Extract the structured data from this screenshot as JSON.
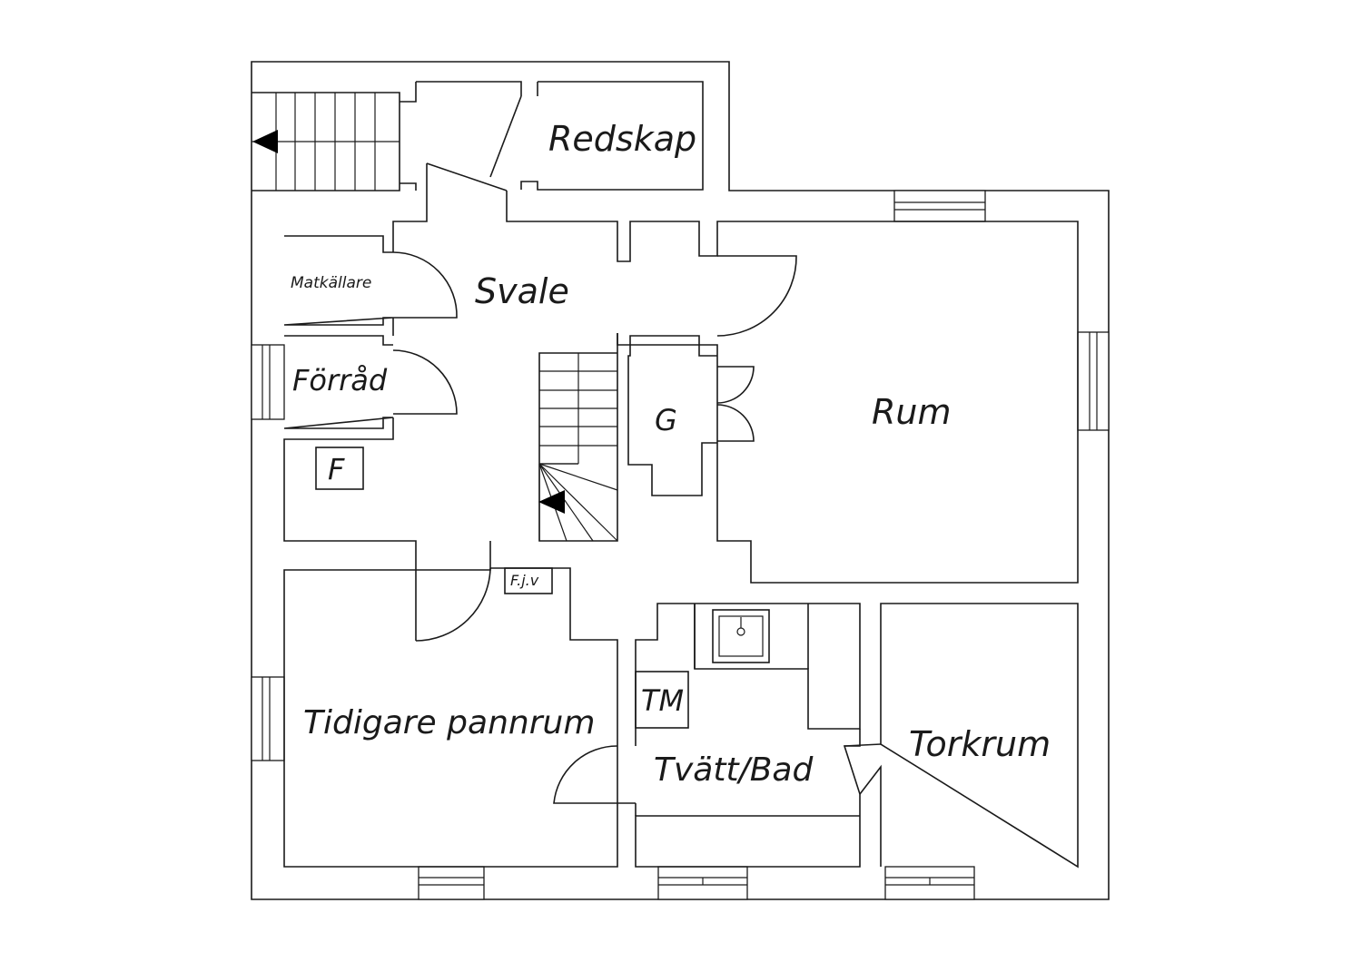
{
  "rooms": {
    "redskap": "Redskap",
    "svale": "Svale",
    "matkallare": "Matkällare",
    "forrad": "Förråd",
    "f_box": "F",
    "g_closet": "G",
    "rum": "Rum",
    "fjv": "F.j.v",
    "tm": "TM",
    "tidigare_pannrum": "Tidigare pannrum",
    "tvatt_bad": "Tvätt/Bad",
    "torkrum": "Torkrum"
  },
  "colors": {
    "background": "#ffffff",
    "lines": "#1a1a1a",
    "stair_arrow": "#000000"
  }
}
